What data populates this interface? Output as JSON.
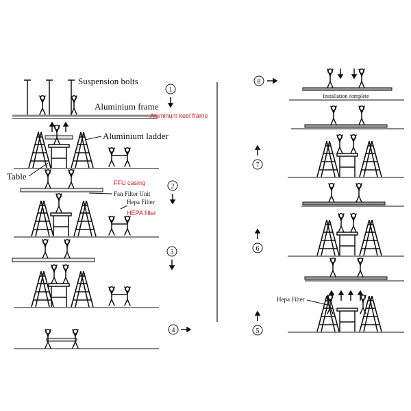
{
  "labels": {
    "suspension_bolts": "Suspension bolts",
    "aluminium_frame": "Aluminium frame",
    "aluminum_keel_frame": "Aluminum keel frame",
    "aluminium_ladder": "Aluminium ladder",
    "table": "Table",
    "ffu_casing": "FFU casing",
    "fan_filter_unit": "Fan Filter Unit",
    "hepa_filter": "Hepa Filter",
    "hepa_filter_red": "HEPA filter",
    "installation_complete": "Installation complete",
    "hepa_filter_right": "Hepa Filter"
  },
  "steps": [
    "1",
    "2",
    "3",
    "4",
    "5",
    "6",
    "7",
    "8"
  ],
  "colors": {
    "ink": "#111111",
    "red": "#cc2222",
    "frame": "#9a9a9a"
  }
}
